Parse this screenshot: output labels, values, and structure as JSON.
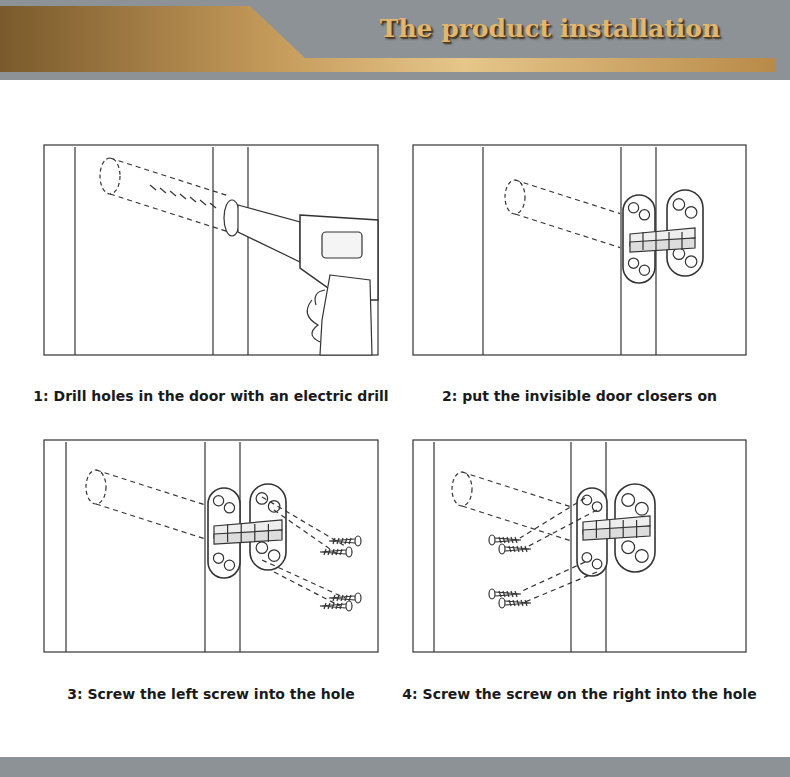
{
  "diagram": {
    "title": "The product installation",
    "labels": [
      "1: Drill holes in the door with an electric drill",
      "2: put the invisible door closers on",
      "3: Screw the left screw into the hole",
      "4: Screw the screw on the right into the hole"
    ]
  }
}
